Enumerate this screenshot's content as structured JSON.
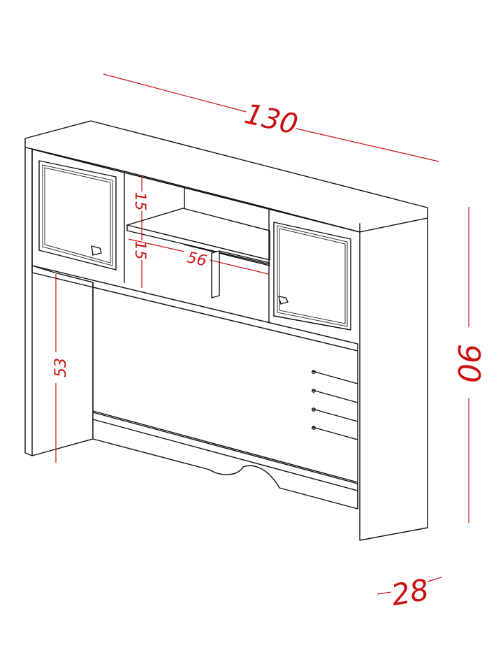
{
  "diagram": {
    "dimensions": {
      "width": "130",
      "height": "90",
      "depth": "28",
      "inner_height": "53",
      "shelf_upper": "15",
      "shelf_lower": "15",
      "shelf_width": "56"
    },
    "colors": {
      "dimension": "#cc1111",
      "outline": "#111111",
      "background": "#ffffff"
    }
  }
}
